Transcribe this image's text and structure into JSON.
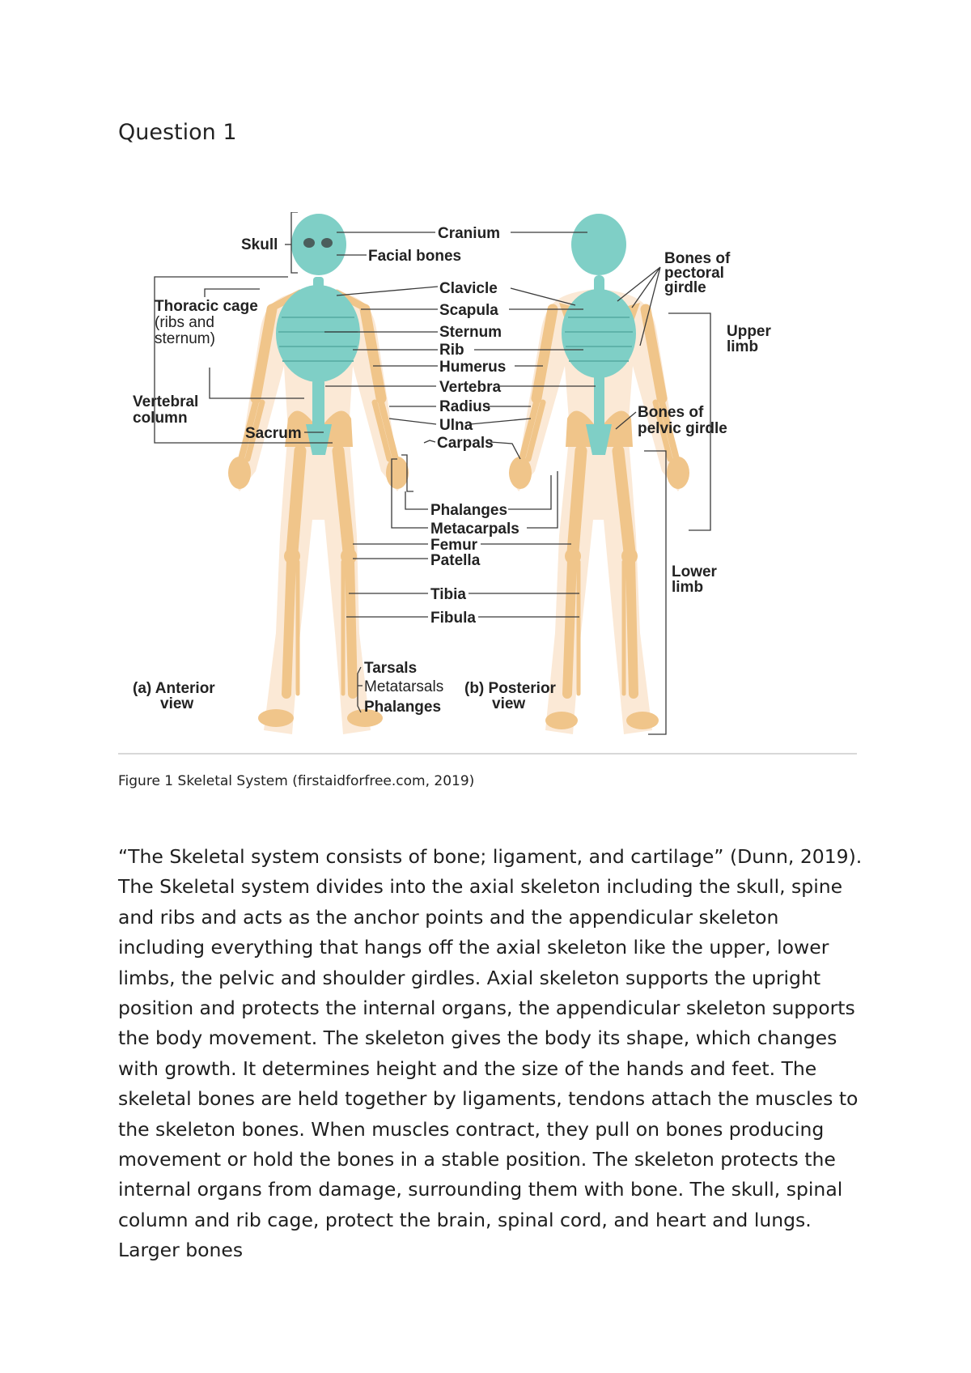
{
  "heading": "Question 1",
  "figure": {
    "labels": {
      "skull": "Skull",
      "cranium": "Cranium",
      "facial_bones": "Facial bones",
      "thoracic_cage": "Thoracic cage",
      "thoracic_cage_sub1": "(ribs and",
      "thoracic_cage_sub2": "sternum)",
      "clavicle": "Clavicle",
      "scapula": "Scapula",
      "sternum": "Sternum",
      "rib": "Rib",
      "humerus": "Humerus",
      "vertebra": "Vertebra",
      "radius": "Radius",
      "ulna": "Ulna",
      "carpals": "Carpals",
      "vertebral_column_1": "Vertebral",
      "vertebral_column_2": "column",
      "sacrum": "Sacrum",
      "phalanges_hand": "Phalanges",
      "metacarpals": "Metacarpals",
      "femur": "Femur",
      "patella": "Patella",
      "tibia": "Tibia",
      "fibula": "Fibula",
      "tarsals": "Tarsals",
      "metatarsals": "Metatarsals",
      "phalanges_foot": "Phalanges",
      "pectoral_girdle_1": "Bones of",
      "pectoral_girdle_2": "pectoral",
      "pectoral_girdle_3": "girdle",
      "upper_limb_1": "Upper",
      "upper_limb_2": "limb",
      "pelvic_girdle_1": "Bones of",
      "pelvic_girdle_2": "pelvic girdle",
      "lower_limb_1": "Lower",
      "lower_limb_2": "limb",
      "anterior_1": "(a) Anterior",
      "anterior_2": "view",
      "posterior_1": "(b) Posterior",
      "posterior_2": "view"
    },
    "colors": {
      "axial": "#7fcfc6",
      "appendicular": "#f0c58a",
      "body": "#fbe9d6"
    }
  },
  "caption": "Figure 1 Skeletal System (firstaidforfree.com, 2019)",
  "paragraph": "“The Skeletal system consists of bone; ligament, and cartilage” (Dunn, 2019). The Skeletal system divides into the axial skeleton including the skull, spine and ribs and acts as the anchor points and the appendicular skeleton including everything that hangs off the axial skeleton like the upper, lower limbs, the pelvic and shoulder girdles. Axial skeleton supports the upright position and protects the internal organs, the appendicular skeleton supports the body movement. The skeleton gives the body its shape, which changes with growth. It determines height and the size of the hands and feet. The skeletal bones are held together by ligaments, tendons attach the muscles to the skeleton bones. When muscles contract, they pull on bones producing movement or hold the bones in a stable position. The skeleton protects the internal organs from damage, surrounding them with bone. The skull, spinal column and rib cage, protect the brain, spinal cord, and heart and lungs. Larger bones"
}
